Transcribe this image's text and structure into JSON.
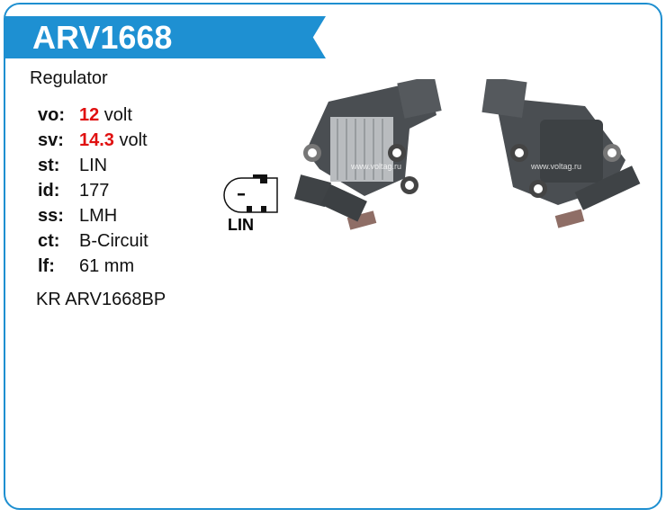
{
  "header": {
    "title": "ARV1668",
    "subtitle": "Regulator"
  },
  "specs": [
    {
      "key": "vo:",
      "value_highlight": "12",
      "value_rest": " volt"
    },
    {
      "key": "sv:",
      "value_highlight": "14.3",
      "value_rest": " volt"
    },
    {
      "key": "st:",
      "value_highlight": "",
      "value_rest": "LIN"
    },
    {
      "key": "id:",
      "value_highlight": "",
      "value_rest": "177"
    },
    {
      "key": "ss:",
      "value_highlight": "",
      "value_rest": "LMH"
    },
    {
      "key": "ct:",
      "value_highlight": "",
      "value_rest": "B-Circuit"
    },
    {
      "key": "lf:",
      "value_highlight": "",
      "value_rest": "61 mm"
    }
  ],
  "part_code": "KR ARV1668BP",
  "connector": {
    "label": "LIN"
  },
  "watermark": "www.voltag.ru",
  "colors": {
    "accent": "#1e90d2",
    "highlight": "#e01010"
  }
}
